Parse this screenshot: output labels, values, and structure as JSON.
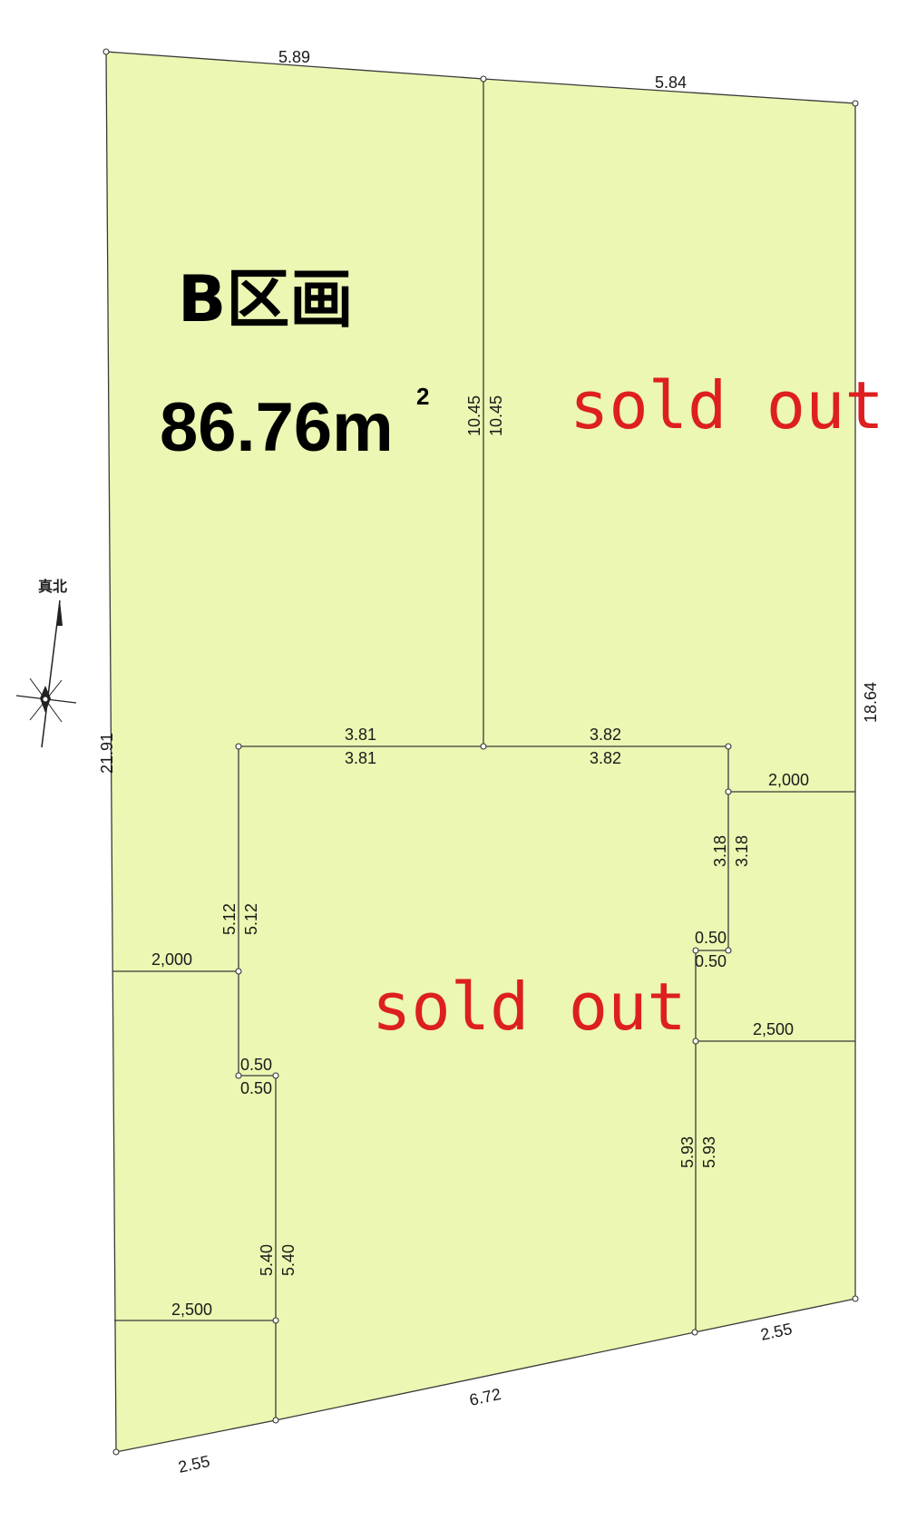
{
  "lot": {
    "title": "B区画",
    "area_value": "86.76m",
    "area_superscript": "2",
    "fill_color": "#ebf7b2"
  },
  "sold_labels": {
    "upper": "sold out",
    "lower": "sold out",
    "color": "#dd1f1f"
  },
  "compass": {
    "label": "真北",
    "icon": "north-arrow-icon"
  },
  "dimensions": {
    "top_left": "5.89",
    "top_right": "5.84",
    "divider_a": "10.45",
    "divider_b": "10.45",
    "left_side": "21.91",
    "right_side": "18.64",
    "inner_top_left_a": "3.81",
    "inner_top_left_b": "3.81",
    "inner_top_right_a": "3.82",
    "inner_top_right_b": "3.82",
    "setback_right_upper": "2,000",
    "inner_right_upper_a": "3.18",
    "inner_right_upper_b": "3.18",
    "step_right_a": "0.50",
    "step_right_b": "0.50",
    "setback_right_lower": "2,500",
    "inner_right_lower_a": "5.93",
    "inner_right_lower_b": "5.93",
    "bottom_right": "2.55",
    "bottom_middle": "6.72",
    "bottom_left": "2.55",
    "inner_left_upper_a": "5.12",
    "inner_left_upper_b": "5.12",
    "setback_left_upper": "2,000",
    "step_left_a": "0.50",
    "step_left_b": "0.50",
    "inner_left_lower_a": "5.40",
    "inner_left_lower_b": "5.40",
    "setback_left_lower": "2,500"
  }
}
